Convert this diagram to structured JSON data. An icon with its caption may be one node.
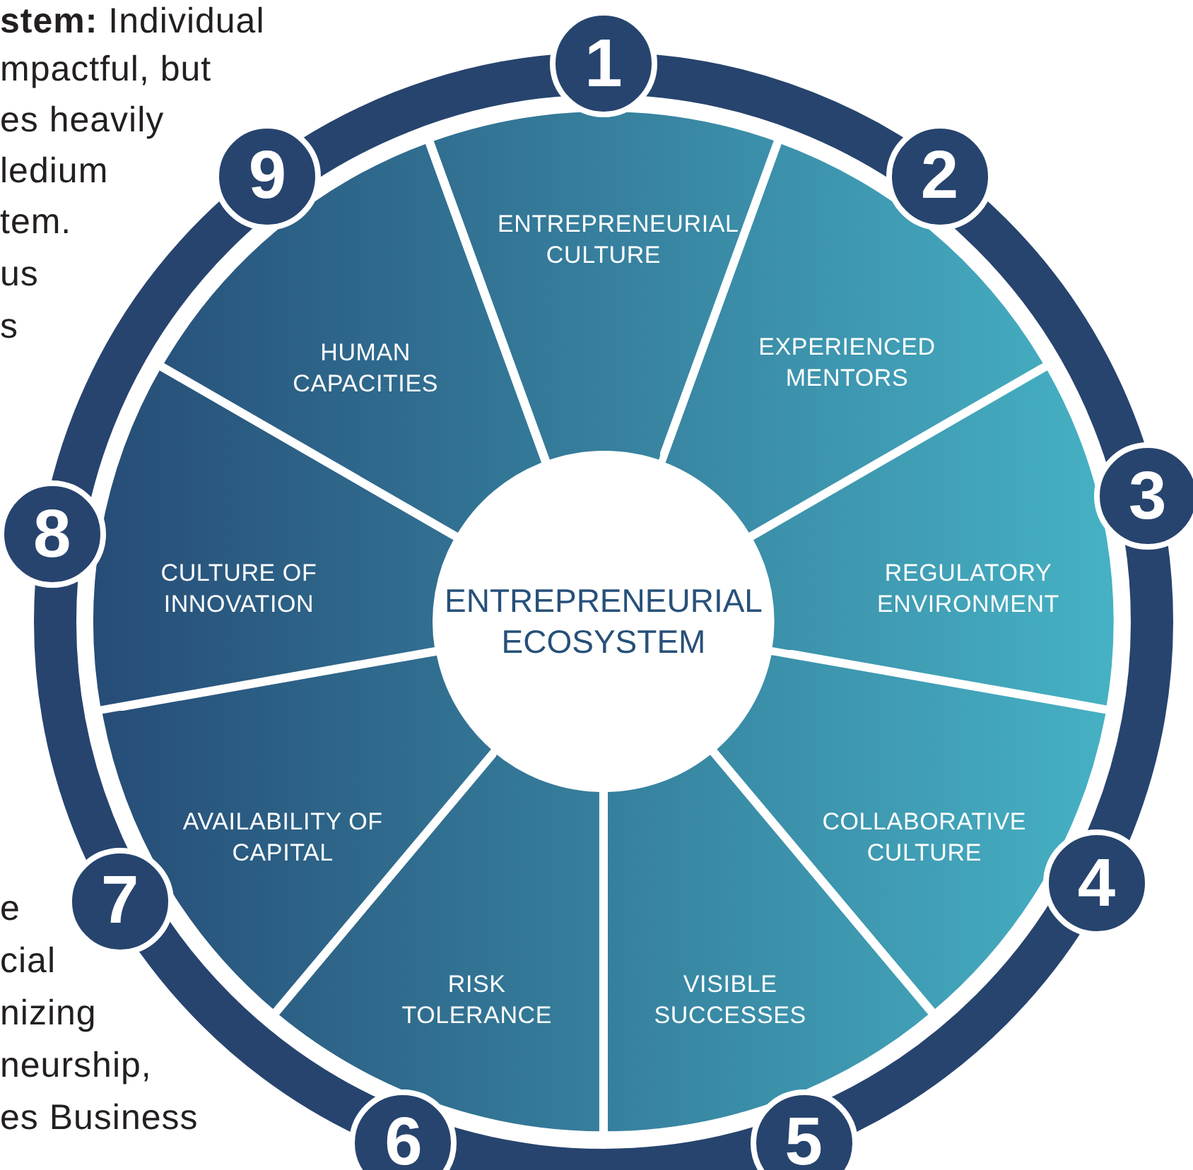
{
  "diagram": {
    "nodes": [
      {
        "text": [
          "ENTREPRENEURIAL ECOSYSTEM"
        ]
      },
      {
        "text": [
          "ENTREPRENEURIAL CULTURE"
        ]
      },
      {
        "text": [
          "EXPERIENCED MENTORS"
        ]
      },
      {
        "text": [
          "REGULATORY ENVIRONMENT"
        ]
      },
      {
        "text": [
          "COLLABORATIVE CULTURE"
        ]
      },
      {
        "text": [
          "VISIBLE SUCCESSES"
        ]
      },
      {
        "text": [
          "RISK TOLERANCE"
        ]
      },
      {
        "text": [
          "AVAILABILITY OF CAPITAL"
        ]
      },
      {
        "text": [
          "CULTURE OF INNOVATION"
        ]
      },
      {
        "text": [
          "HUMAN CAPACITIES"
        ]
      },
      {
        "text": [
          "1"
        ]
      },
      {
        "text": [
          "2"
        ]
      },
      {
        "text": [
          "3"
        ]
      },
      {
        "text": [
          "4"
        ]
      },
      {
        "text": [
          "5"
        ]
      },
      {
        "text": [
          "6"
        ]
      },
      {
        "text": [
          "7"
        ]
      },
      {
        "text": [
          "8"
        ]
      },
      {
        "text": [
          "9"
        ]
      }
    ],
    "labels": [
      "**stem:** Individual",
      "mpactful, but",
      "es heavily",
      "ledium",
      "tem.",
      "us",
      "s",
      "e",
      "cial",
      "nizing",
      "neurship,",
      "es Business"
    ]
  }
}
